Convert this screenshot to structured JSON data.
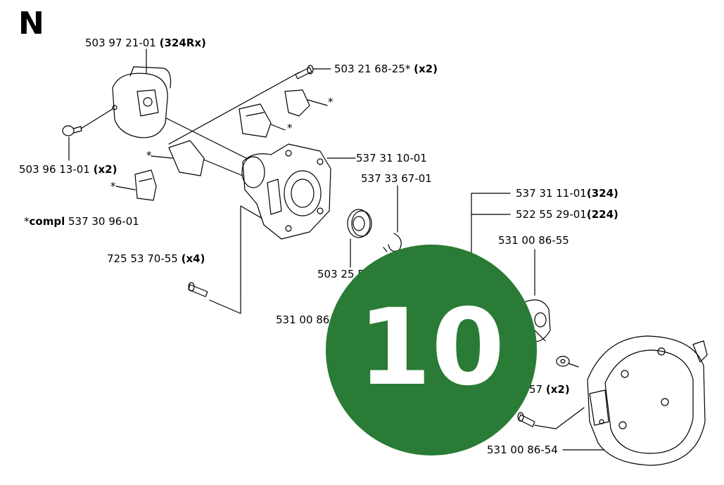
{
  "section_letter": "N",
  "labels": {
    "p503972101": {
      "num": "503 97 21-01 ",
      "note": "(324Rx)"
    },
    "p503216825": {
      "num": "503 21 68-25* ",
      "note": "(x2)"
    },
    "p503961301": {
      "num": "503 96 13-01 ",
      "note": "(x2)"
    },
    "compl": {
      "num": "compl",
      "note": " 537 30 96-01",
      "prefix": "*"
    },
    "p537311001": {
      "num": "537 31 10-01"
    },
    "p537336701": {
      "num": "537 33 67-01"
    },
    "p537311101": {
      "num": "537 31 11-01",
      "note": "(324)"
    },
    "p522552901": {
      "num": "522 55 29-01",
      "note": "(224)"
    },
    "p531008655": {
      "num": "531 00 86-55"
    },
    "p725537055": {
      "num": "725 53 70-55 ",
      "note": "(x4)"
    },
    "p50325": {
      "num": "503 25 5"
    },
    "p53100866": {
      "num": "531 00 86"
    },
    "p57x2": {
      "num": "57 ",
      "note": "(x2)"
    },
    "p531008654": {
      "num": "531 00 86-54"
    },
    "asterisk": "*"
  },
  "badge": {
    "number": "10",
    "color": "#2a7b35"
  },
  "colors": {
    "line": "#000000",
    "background": "#ffffff"
  }
}
